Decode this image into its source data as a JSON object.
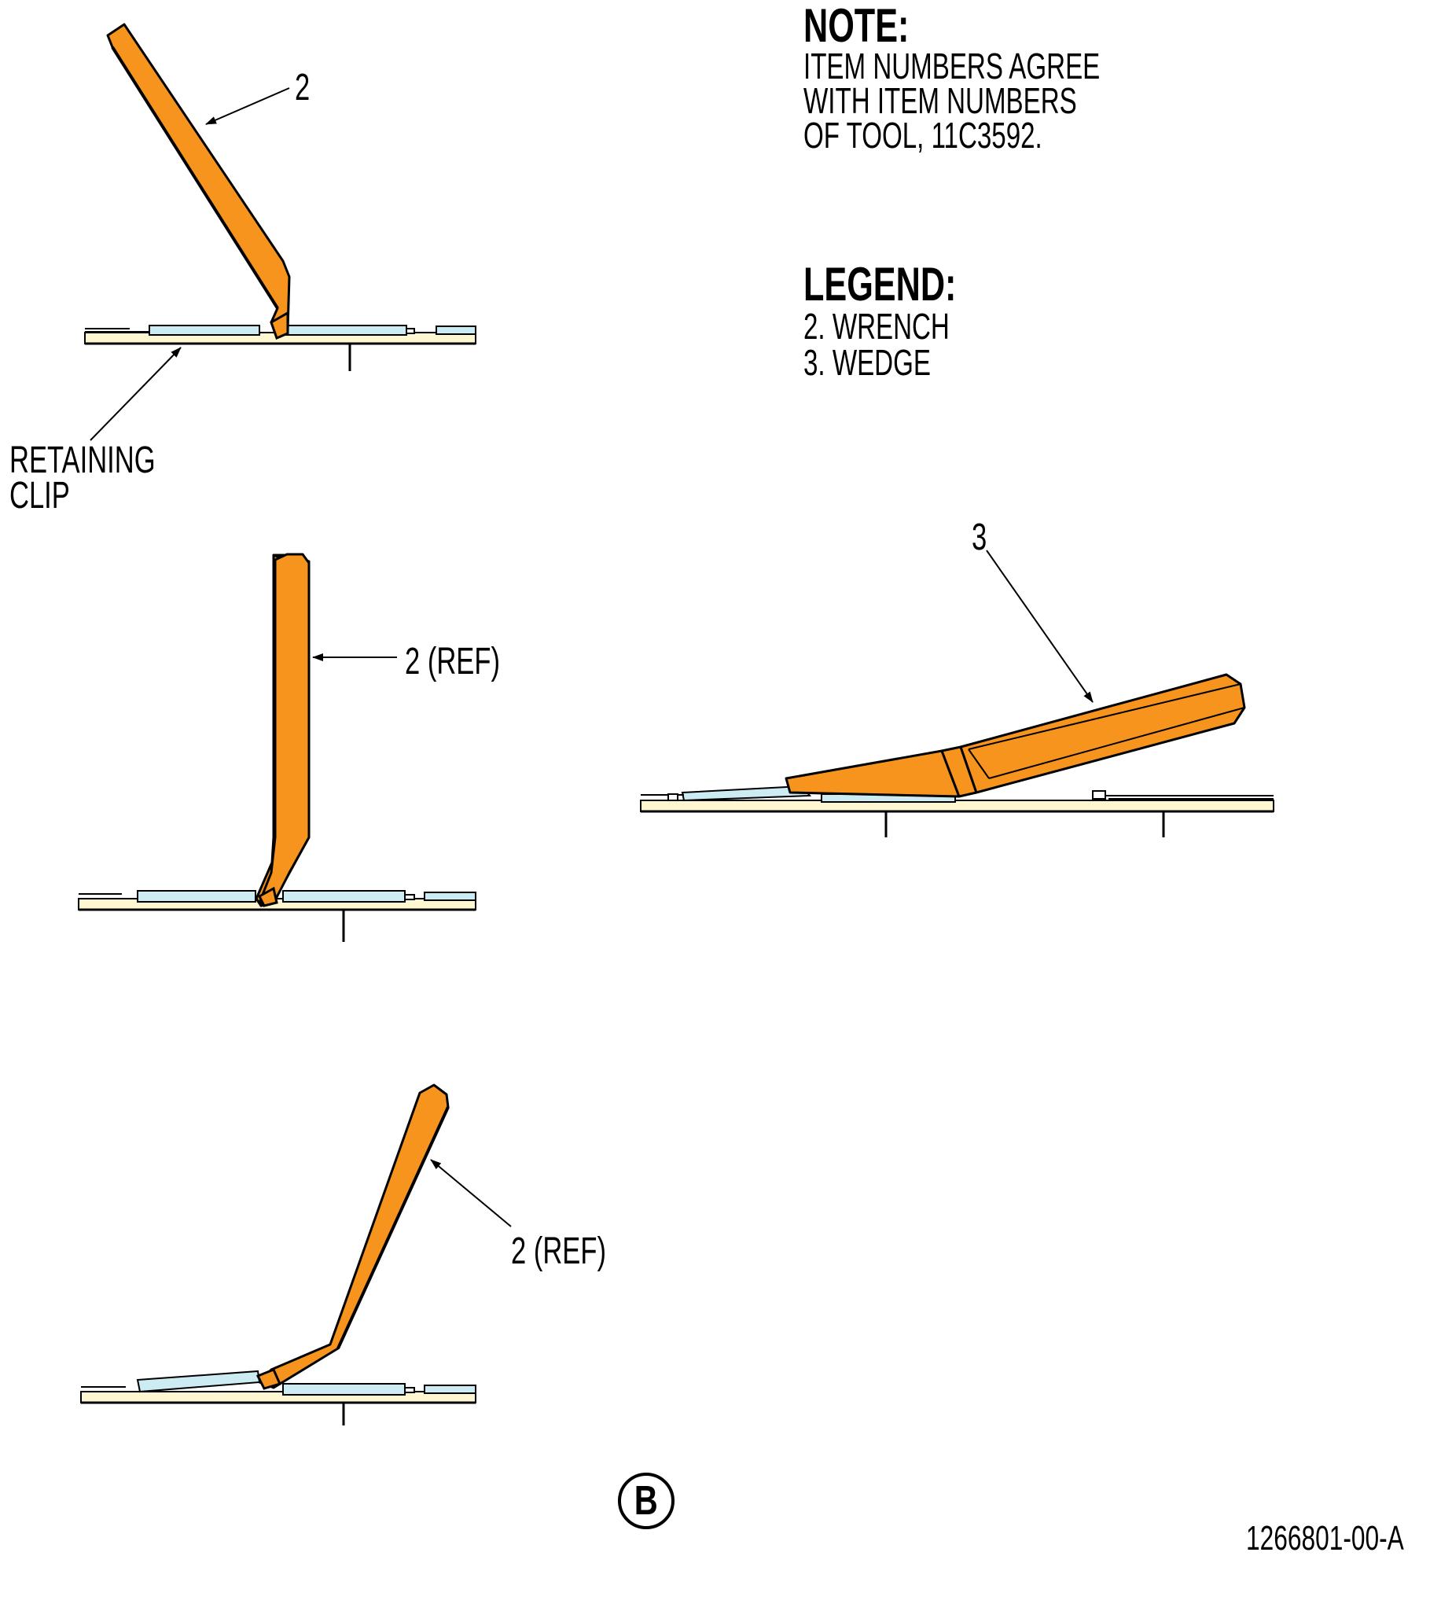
{
  "note": {
    "title": "NOTE:",
    "lines": [
      "ITEM NUMBERS AGREE",
      "WITH ITEM NUMBERS",
      "OF TOOL, 11C3592."
    ]
  },
  "legend": {
    "title": "LEGEND:",
    "items": [
      "2.  WRENCH",
      "3.  WEDGE"
    ]
  },
  "callouts": {
    "wrench_top": "2",
    "wrench_middle": "2 (REF)",
    "wrench_bottom": "2 (REF)",
    "wedge": "3",
    "retaining_clip_line1": "RETAINING",
    "retaining_clip_line2": "CLIP"
  },
  "view_label": "B",
  "drawing_id": "1266801-00-A",
  "colors": {
    "tool_orange": "#F7941D",
    "clip_blue": "#CDEBF2",
    "base_cream": "#FFF7D1",
    "line": "#000000"
  }
}
